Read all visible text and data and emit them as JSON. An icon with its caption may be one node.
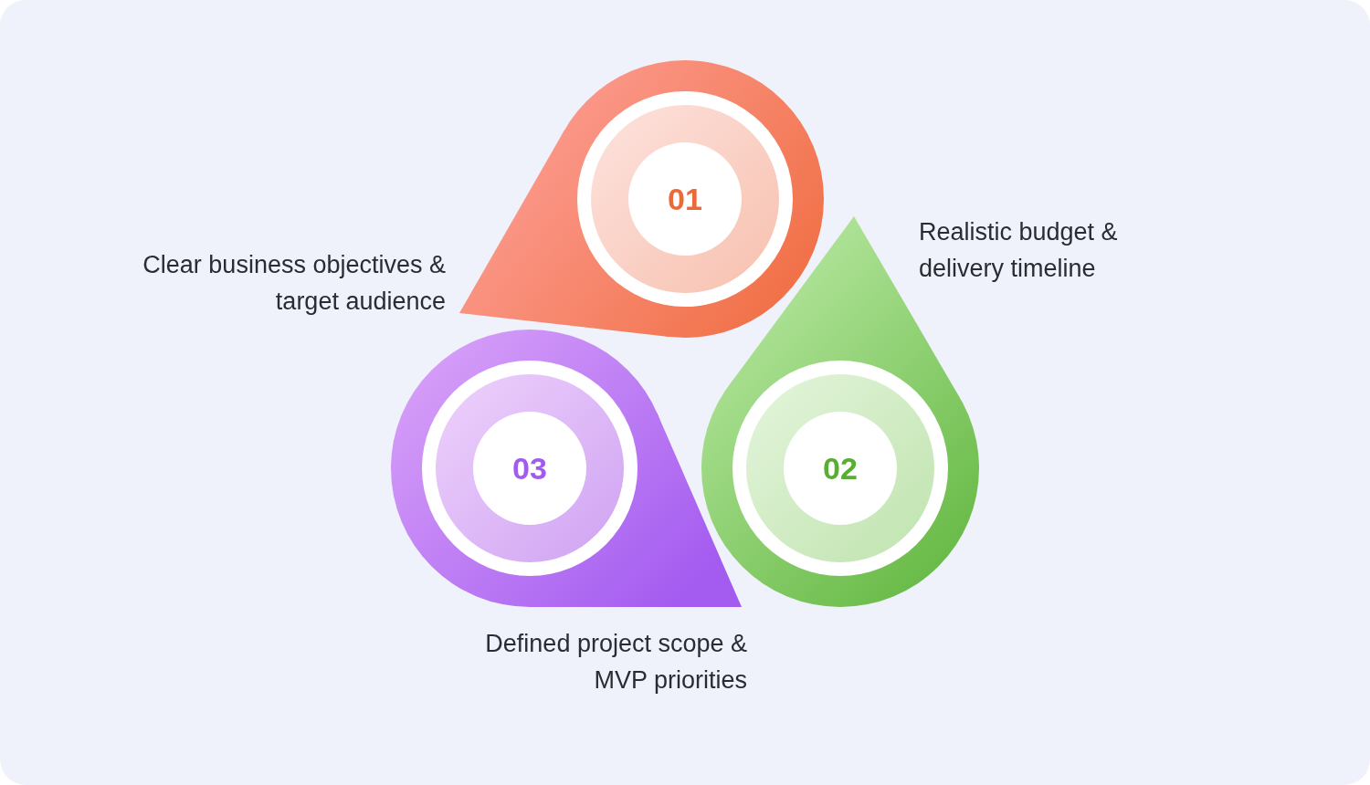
{
  "diagram": {
    "nodes": [
      {
        "text": [
          "01"
        ],
        "beside": [
          "Clear business objectives & target audience"
        ]
      },
      {
        "text": [
          "02"
        ],
        "beside": [
          "Realistic budget & delivery timeline"
        ]
      },
      {
        "text": [
          "03"
        ],
        "beside": [
          "Defined project scope & MVP priorities"
        ]
      }
    ]
  }
}
